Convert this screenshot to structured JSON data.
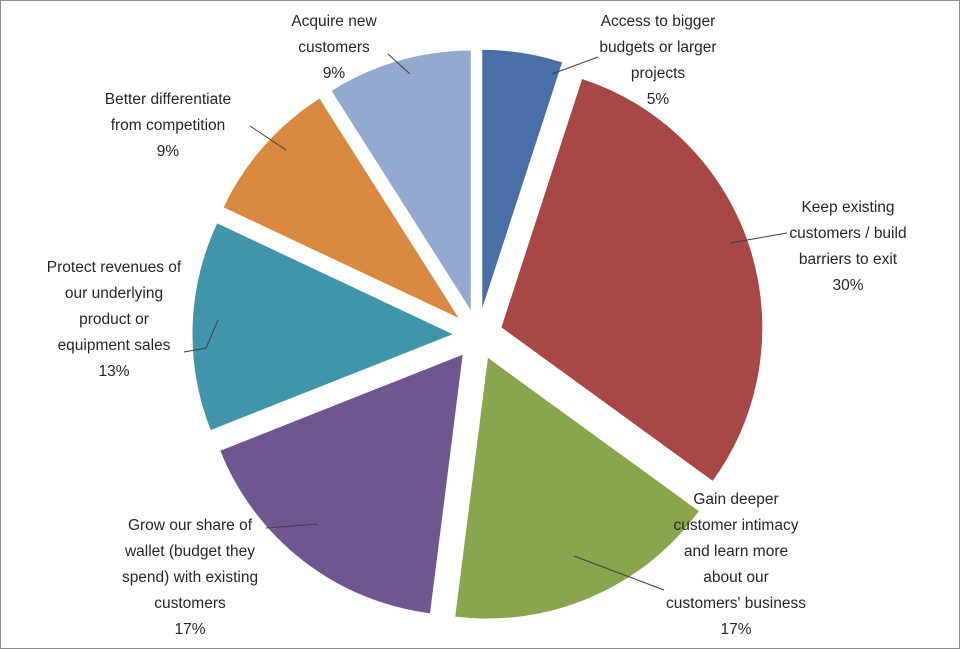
{
  "chart_data": {
    "type": "pie",
    "title": "",
    "legend": "none",
    "slices": [
      {
        "label_lines": [
          "Access to bigger",
          "budgets or larger",
          "projects"
        ],
        "percent_label": "5%",
        "value": 5,
        "color": "#4a6fa6"
      },
      {
        "label_lines": [
          "Keep existing",
          "customers / build",
          "barriers to exit"
        ],
        "percent_label": "30%",
        "value": 30,
        "color": "#a84846"
      },
      {
        "label_lines": [
          "Gain deeper",
          "customer intimacy",
          "and learn more",
          "about our",
          "customers' business"
        ],
        "percent_label": "17%",
        "value": 17,
        "color": "#88a64e"
      },
      {
        "label_lines": [
          "Grow our share of",
          "wallet (budget they",
          "spend) with existing",
          "customers"
        ],
        "percent_label": "17%",
        "value": 17,
        "color": "#6f5690"
      },
      {
        "label_lines": [
          "Protect revenues of",
          "our underlying",
          "product or",
          "equipment sales"
        ],
        "percent_label": "13%",
        "value": 13,
        "color": "#4195aa"
      },
      {
        "label_lines": [
          "Better differentiate",
          "from competition"
        ],
        "percent_label": "9%",
        "value": 9,
        "color": "#d98840"
      },
      {
        "label_lines": [
          "Acquire new",
          "customers"
        ],
        "percent_label": "9%",
        "value": 9,
        "color": "#93a9d0"
      }
    ]
  }
}
